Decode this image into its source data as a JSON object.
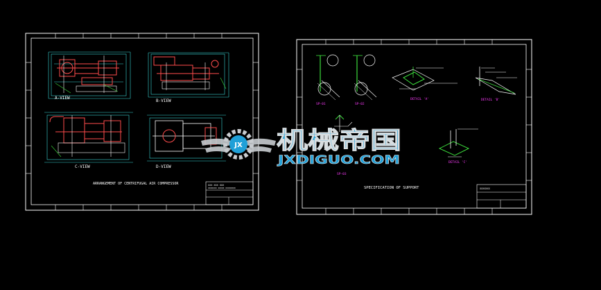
{
  "colors": {
    "background": "#000000",
    "frame": "#ffffff",
    "dimension": "#3ad6d6",
    "equipment": "#ff4d4d",
    "detail_green": "#3cdc3c",
    "label_magenta": "#ff3cff",
    "watermark_blue": "#1fa0d8",
    "watermark_gray": "#c8ccd0"
  },
  "sheet_left": {
    "title": "ARRANGEMENT OF CENTRIFUGAL AIR COMPRESSOR",
    "views": [
      {
        "label": "A-VIEW"
      },
      {
        "label": "B-VIEW"
      },
      {
        "label": "C-VIEW"
      },
      {
        "label": "D-VIEW"
      }
    ],
    "title_block": {
      "line1": "XXX XXX XXX",
      "line2": "XXXXXXX XXXXX XXXXXXXX"
    }
  },
  "sheet_right": {
    "title": "SPECIFICATION OF SUPPORT",
    "supports": [
      {
        "label": "SP-01"
      },
      {
        "label": "SP-02"
      },
      {
        "label": "SP-03"
      }
    ],
    "details": [
      {
        "label": "DETAIL 'A'"
      },
      {
        "label": "DETAIL 'B'"
      },
      {
        "label": "DETAIL 'C'"
      }
    ],
    "title_block": {
      "line1": "XXXXXXX"
    }
  },
  "watermark": {
    "chinese": "机械帝国",
    "latin": "JXDIGUO.COM",
    "emblem_letters": "JX"
  }
}
